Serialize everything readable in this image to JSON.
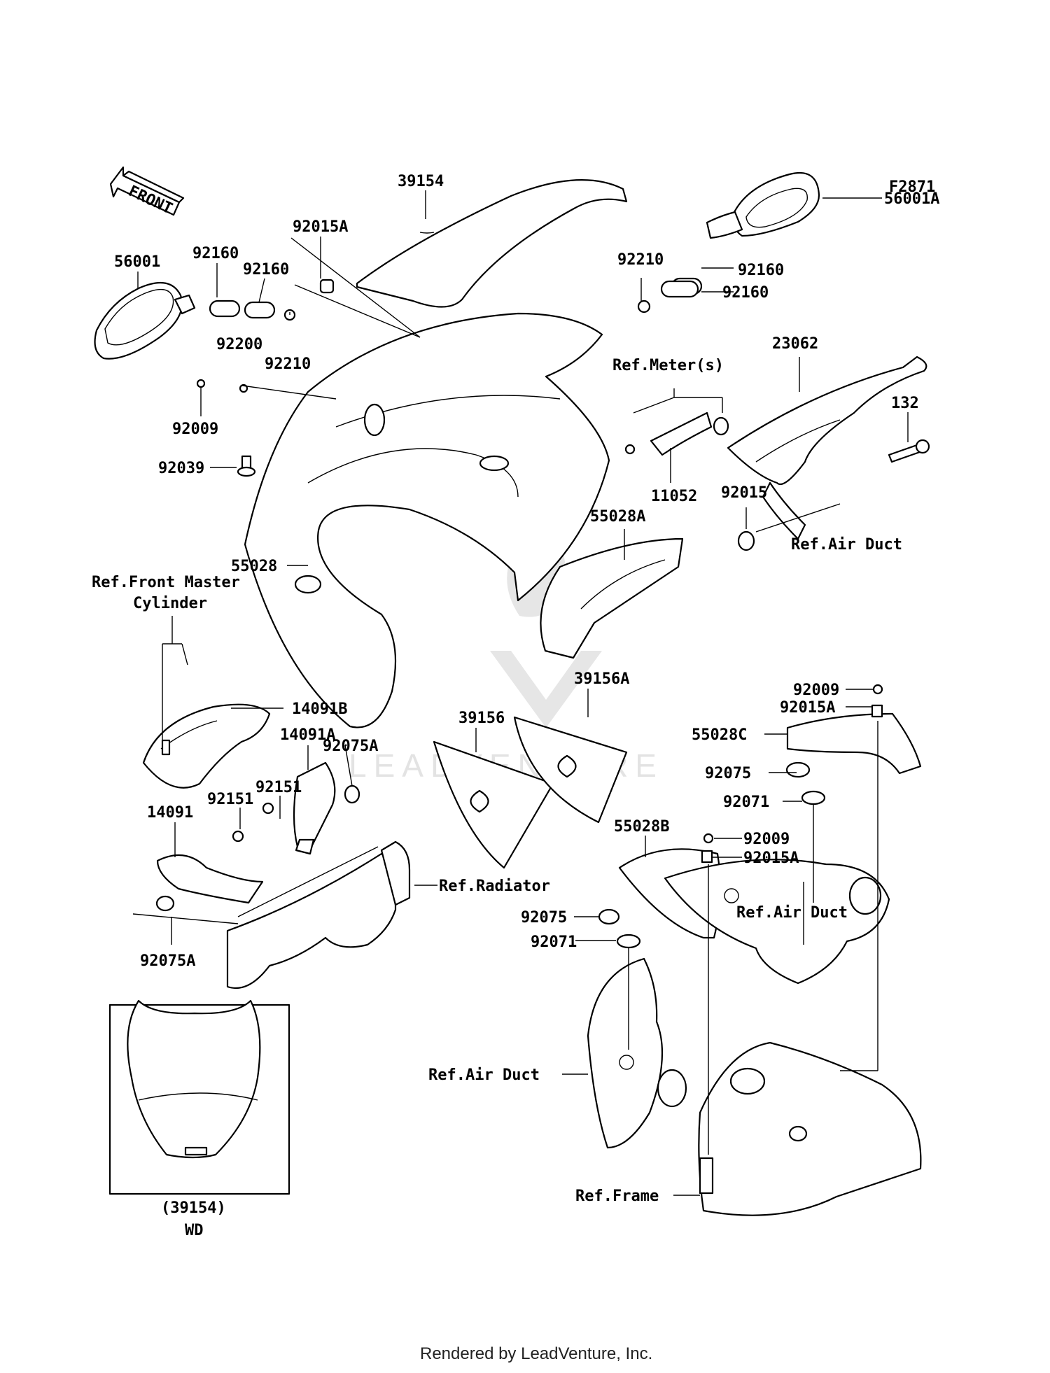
{
  "figure_code": "F2871",
  "front_badge": "FRONT",
  "footer": "Rendered by LeadVenture, Inc.",
  "watermark": "LEADVENTURE",
  "callouts": {
    "c39154": "39154",
    "c56001A": "56001A",
    "c56001": "56001",
    "c92160a": "92160",
    "c92160b": "92160",
    "c92015A_top": "92015A",
    "c92210_r": "92210",
    "c92160_r1": "92160",
    "c92160_r2": "92160",
    "c92200": "92200",
    "c92210_l": "92210",
    "c23062": "23062",
    "c_meter": "Ref.Meter(s)",
    "c92009_l": "92009",
    "c132": "132",
    "c92039": "92039",
    "c11052": "11052",
    "c92015": "92015",
    "c_airduct_1": "Ref.Air Duct",
    "c55028A": "55028A",
    "c55028": "55028",
    "c_master1": "Ref.Front Master",
    "c_master2": "Cylinder",
    "c92009_r1": "92009",
    "c39156A": "39156A",
    "c92015A_r1": "92015A",
    "c14091B": "14091B",
    "c39156": "39156",
    "c55028C": "55028C",
    "c14091A": "14091A",
    "c92075A_1": "92075A",
    "c92075_1": "92075",
    "c92151_1": "92151",
    "c92151_2": "92151",
    "c92071_1": "92071",
    "c14091": "14091",
    "c55028B": "55028B",
    "c92009_r2": "92009",
    "c92015A_r2": "92015A",
    "c_radiator": "Ref.Radiator",
    "c_airduct_2": "Ref.Air Duct",
    "c92075_2": "92075",
    "c92071_2": "92071",
    "c92075A_2": "92075A",
    "c_airduct_3": "Ref.Air Duct",
    "c_frame": "Ref.Frame",
    "inset_part": "(39154)",
    "inset_variant": "WD"
  }
}
